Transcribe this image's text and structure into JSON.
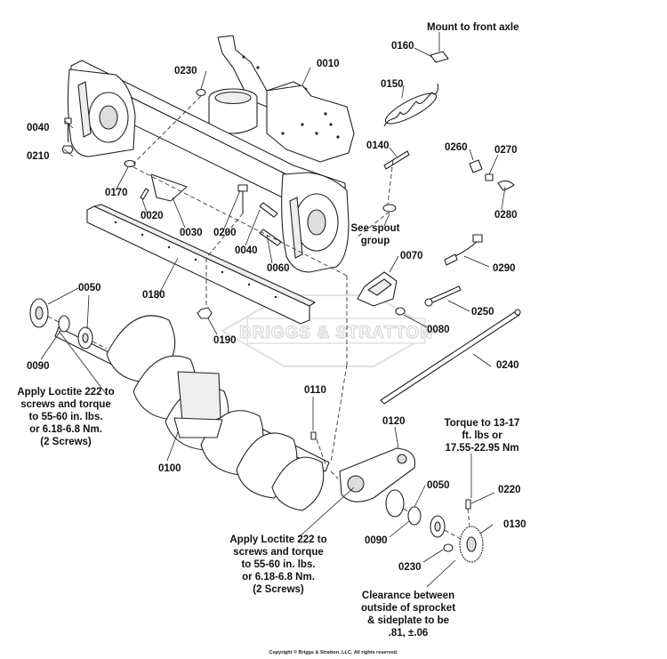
{
  "watermark": "BRIGGS & STRATTON",
  "copyright": "Copyright © Briggs & Stratton, LLC. All rights reserved.",
  "parts": {
    "p0010": "0010",
    "p0020": "0020",
    "p0030": "0030",
    "p0040a": "0040",
    "p0040b": "0040",
    "p0050a": "0050",
    "p0050b": "0050",
    "p0060": "0060",
    "p0070": "0070",
    "p0080": "0080",
    "p0090a": "0090",
    "p0090b": "0090",
    "p0100": "0100",
    "p0110": "0110",
    "p0120": "0120",
    "p0130": "0130",
    "p0140": "0140",
    "p0150": "0150",
    "p0160": "0160",
    "p0170": "0170",
    "p0180": "0180",
    "p0190": "0190",
    "p0200": "0200",
    "p0210": "0210",
    "p0220": "0220",
    "p0230a": "0230",
    "p0230b": "0230",
    "p0240": "0240",
    "p0250": "0250",
    "p0260": "0260",
    "p0270": "0270",
    "p0280": "0280",
    "p0290": "0290"
  },
  "notes": {
    "mount_front_axle": "Mount to front axle",
    "spout_group": [
      "See spout",
      "group"
    ],
    "loctite_left": [
      "Apply Loctite 222 to",
      "screws and torque",
      "to 55-60 in. lbs.",
      "or 6.18-6.8 Nm.",
      "(2 Screws)"
    ],
    "loctite_bottom": [
      "Apply Loctite 222 to",
      "screws and torque",
      "to 55-60 in. lbs.",
      "or 6.18-6.8 Nm.",
      "(2 Screws)"
    ],
    "torque": [
      "Torque to 13-17",
      "ft. lbs or",
      "17.55-22.95 Nm"
    ],
    "clearance": [
      "Clearance between",
      "outside of sprocket",
      "& sideplate to be",
      ".81, ±.06"
    ]
  }
}
